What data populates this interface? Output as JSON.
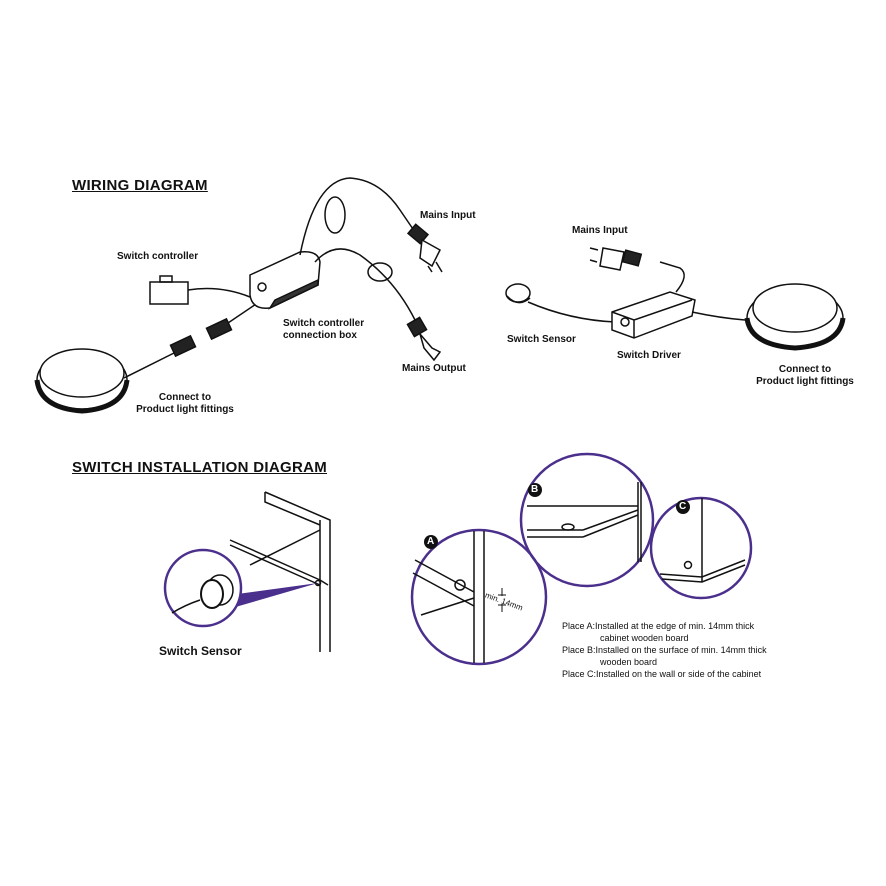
{
  "wiring": {
    "title": "WIRING DIAGRAM",
    "left": {
      "switch_controller": "Switch controller",
      "box_label_1": "Switch controller",
      "box_label_2": "connection box",
      "mains_input": "Mains Input",
      "mains_output": "Mains Output",
      "connect_1": "Connect to",
      "connect_2": "Product light fittings"
    },
    "right": {
      "mains_input": "Mains Input",
      "switch_sensor": "Switch Sensor",
      "switch_driver": "Switch Driver",
      "connect_1": "Connect to",
      "connect_2": "Product light fittings"
    }
  },
  "installation": {
    "title": "SWITCH INSTALLATION DIAGRAM",
    "sensor_label": "Switch Sensor",
    "markers": {
      "a": "A",
      "b": "B",
      "c": "C"
    },
    "dimension": "min. 14mm",
    "notes": [
      {
        "head": "Place A:Installed  at the edge of min. 14mm thick",
        "cont": "cabinet wooden board"
      },
      {
        "head": "Place B:Installed  on the surface of min. 14mm thick",
        "cont": "wooden board"
      },
      {
        "head": "Place C:Installed  on the wall or side of the cabinet",
        "cont": ""
      }
    ]
  },
  "colors": {
    "accent": "#4b2f8c",
    "ink": "#111111"
  }
}
